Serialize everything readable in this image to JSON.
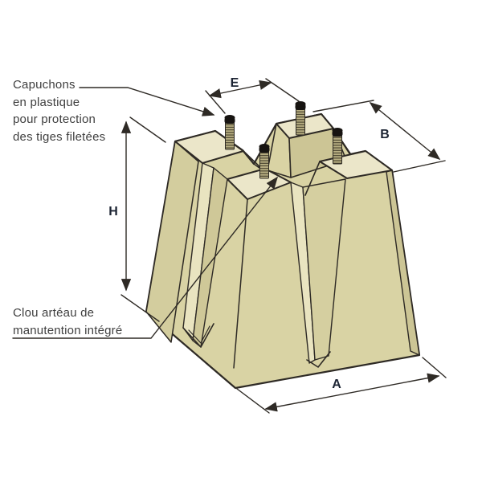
{
  "figure": {
    "background": "#ffffff",
    "annotations": {
      "caps": {
        "lines": [
          "Capuchons",
          "en plastique",
          "pour protection",
          "des tiges filetées"
        ]
      },
      "handling": {
        "lines": [
          "Clou artéau de",
          "manutention intégré"
        ]
      }
    },
    "dimension_labels": {
      "spacing_top": "E",
      "spacing_right": "B",
      "height": "H",
      "base_width": "A"
    },
    "colors": {
      "outline": "#2e2a25",
      "concrete_front": "#d9d3a4",
      "concrete_top": "#ebe6c9",
      "concrete_side": "#ccc595",
      "concrete_side_light": "#d3cd9e",
      "concrete_mid": "#d5cfa0",
      "concrete_light": "#e9e4c0",
      "concrete_shadow": "#cfc898",
      "rod": "#b9b083",
      "rod_thread": "#403a28",
      "cap": "#171411",
      "label": "#1c2433",
      "text": "#3f3f3f"
    }
  }
}
